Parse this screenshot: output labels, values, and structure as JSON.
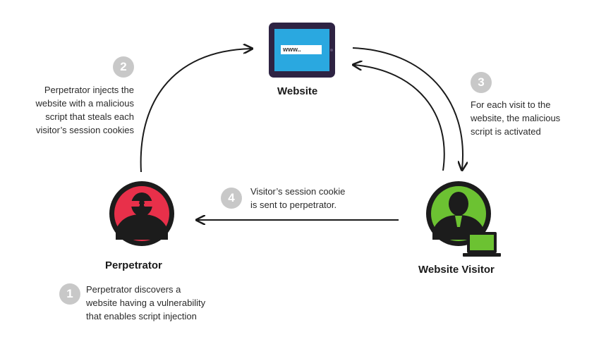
{
  "website": {
    "label": "Website",
    "screen_text": "www..",
    "colors": {
      "frame": "#2e2343",
      "screen": "#2aa8e0"
    }
  },
  "perpetrator": {
    "label": "Perpetrator",
    "colors": {
      "ring": "#1c1c1c",
      "fill": "#e8304a"
    }
  },
  "visitor": {
    "label": "Website Visitor",
    "colors": {
      "ring": "#1c1c1c",
      "fill": "#6cc232",
      "laptop": "#6cc232"
    }
  },
  "steps": [
    {
      "number": "1",
      "text": [
        "Perpetrator discovers a",
        "website having a vulnerability",
        "that enables script injection"
      ]
    },
    {
      "number": "2",
      "text": [
        "Perpetrator injects the",
        "website with a malicious",
        "script that steals each",
        "visitor’s session cookies"
      ]
    },
    {
      "number": "3",
      "text": [
        "For each visit to the",
        "website, the malicious",
        "script is activated"
      ]
    },
    {
      "number": "4",
      "text": [
        "Visitor’s session cookie",
        "is sent to perpetrator."
      ]
    }
  ],
  "colors": {
    "arrow": "#1a1a1a",
    "step_badge": "#c8c8c8"
  }
}
